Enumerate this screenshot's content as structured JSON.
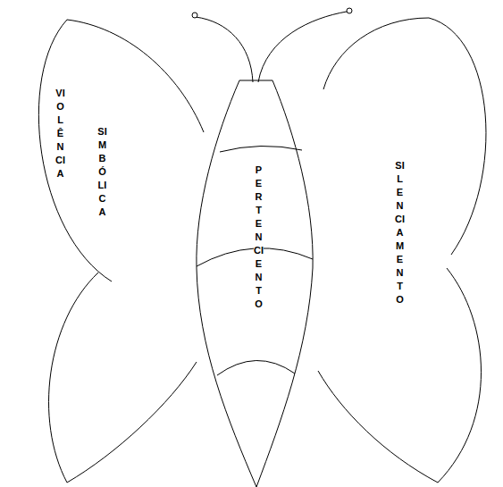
{
  "diagram": {
    "nodes": [
      {
        "text": [
          "VIOLÊNCIA",
          "SIMBÓLICA"
        ]
      },
      {
        "text": [
          "PERTENCIENTO"
        ]
      },
      {
        "text": [
          "SILENCIAMENTO"
        ]
      }
    ]
  }
}
